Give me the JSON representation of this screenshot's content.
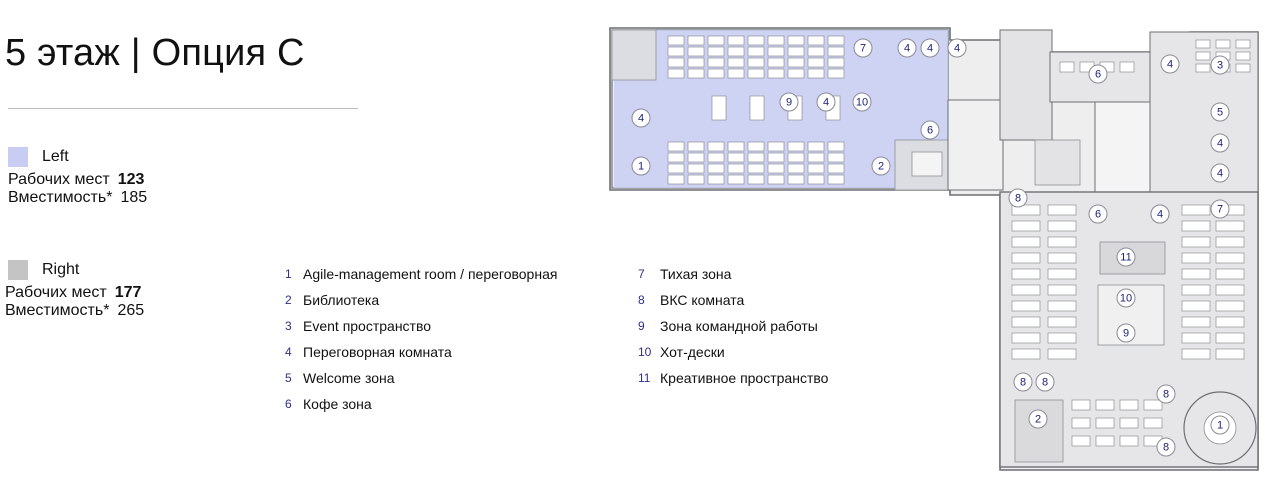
{
  "title": "5 этаж | Опция С",
  "colors": {
    "left_zone": "#c9cdf2",
    "right_zone": "#c4c4c4",
    "floor_fill": "#e9e9eb",
    "accent": "#2e3185"
  },
  "zones": [
    {
      "name": "Left",
      "workplaces_label": "Рабочих мест",
      "workplaces": "123",
      "capacity_label": "Вместимость*",
      "capacity": "185"
    },
    {
      "name": "Right",
      "workplaces_label": "Рабочих мест",
      "workplaces": "177",
      "capacity_label": "Вместимость*",
      "capacity": "265"
    }
  ],
  "room_types": [
    {
      "num": "1",
      "label": "Agile-management room / переговорная"
    },
    {
      "num": "2",
      "label": "Библиотека"
    },
    {
      "num": "3",
      "label": "Event пространство"
    },
    {
      "num": "4",
      "label": "Переговорная комната"
    },
    {
      "num": "5",
      "label": "Welcome зона"
    },
    {
      "num": "6",
      "label": "Кофе зона"
    },
    {
      "num": "7",
      "label": "Тихая зона"
    },
    {
      "num": "8",
      "label": "ВКС комната"
    },
    {
      "num": "9",
      "label": "Зона командной работы"
    },
    {
      "num": "10",
      "label": "Хот-дески"
    },
    {
      "num": "11",
      "label": "Креативное пространство"
    }
  ],
  "plan_tags": [
    "7",
    "4",
    "4",
    "4",
    "4",
    "9",
    "4",
    "10",
    "4",
    "6",
    "1",
    "2",
    "6",
    "4",
    "3",
    "5",
    "4",
    "4",
    "7",
    "8",
    "6",
    "4",
    "11",
    "10",
    "9",
    "8",
    "8",
    "8",
    "2",
    "1",
    "8"
  ]
}
